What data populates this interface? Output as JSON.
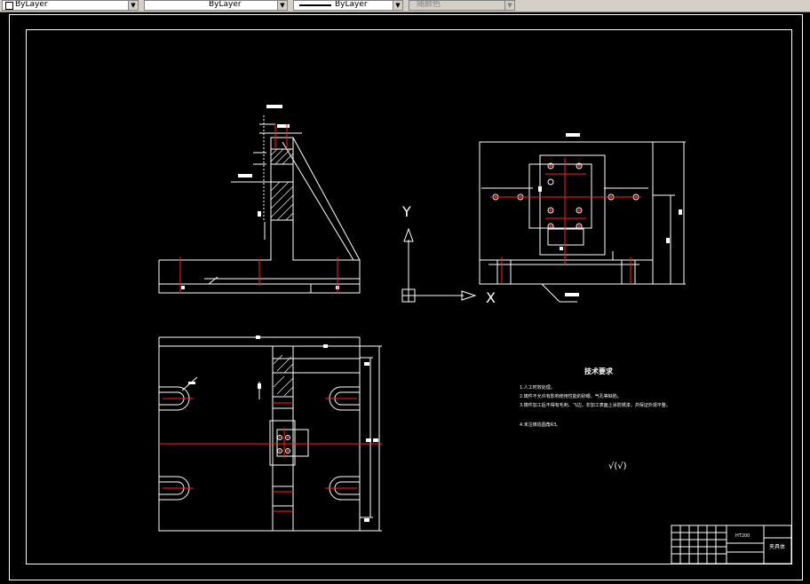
{
  "toolbar": {
    "color_combo": "ByLayer",
    "linetype_combo": "ByLayer",
    "lineweight_combo": "ByLayer",
    "plotstyle_combo": "随颜色"
  },
  "drawing": {
    "tech_title": "技术要求",
    "tech_notes": [
      "1.人工时效处理。",
      "2.铸件不允许有影响使用性能的砂眼、气孔等缺陷。",
      "3.铸件加工后不得有毛刺、飞边，非加工表面上涂防锈漆，并保证外观平整。",
      "4.未注铸造圆角R3。"
    ],
    "roughness_symbol": "√(√)",
    "ucs_y_label": "Y",
    "ucs_x_label": "X",
    "title_block": {
      "material": "HT200",
      "part_name": "夹具体"
    }
  },
  "colors": {
    "background": "#000000",
    "lines": "#ffffff",
    "center_lines": "#ff0000",
    "toolbar": "#d4d0c8"
  }
}
